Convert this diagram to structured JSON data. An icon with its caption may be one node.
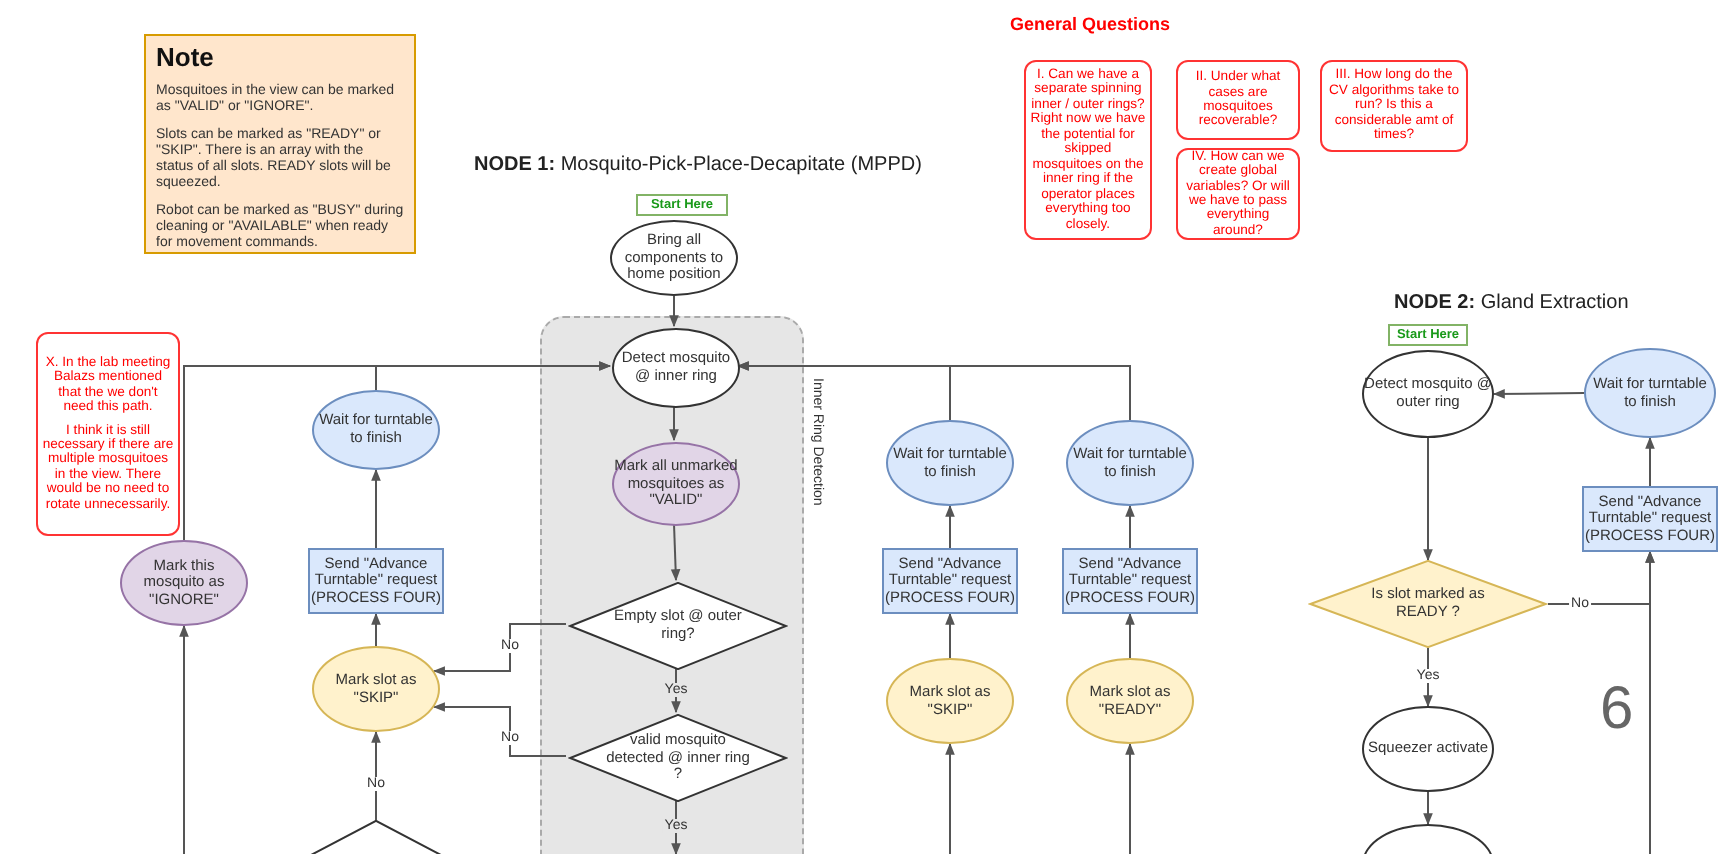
{
  "diagram": {
    "nodes": [
      {
        "text": [
          "Note",
          "Mosquitoes in the view can be marked as \"VALID\" or \"IGNORE\".",
          "Slots can be marked as \"READY\" or \"SKIP\". There is an array with the status of all slots. READY slots will be squeezed.",
          "Robot can be marked as \"BUSY\" during cleaning or \"AVAILABLE\" when ready for movement commands."
        ]
      },
      {
        "text": [
          "I. Can we have a separate spinning inner / outer rings? Right now we have the potential for skipped mosquitoes on the inner ring if the operator places everything too closely."
        ]
      },
      {
        "text": [
          "II. Under what cases are mosquitoes recoverable?"
        ]
      },
      {
        "text": [
          "III. How long do the CV algorithms take to run? Is this a considerable amt of times?"
        ]
      },
      {
        "text": [
          "IV. How can we create global variables? Or will we have to pass everything around?"
        ]
      },
      {
        "text": [
          "Start Here"
        ]
      },
      {
        "text": [
          "Bring all components to home position"
        ]
      },
      {
        "text": [
          "Inner Ring Detection"
        ]
      },
      {
        "text": [
          "Detect mosquito @ inner ring"
        ],
        "in": 7
      },
      {
        "text": [
          "Mark all unmarked mosquitoes as \"VALID\""
        ],
        "in": 7
      },
      {
        "text": [
          "Empty slot @ outer ring?"
        ],
        "in": 7
      },
      {
        "text": [
          "valid mosquito detected @ inner ring ?"
        ],
        "in": 7
      },
      {
        "text": [
          "X. In the lab meeting Balazs mentioned that the we don't need this path.",
          "I think it is still necessary if there are multiple mosquitoes in the view. There would be no need to rotate unnecessarily."
        ]
      },
      {
        "text": [
          "Mark this mosquito as \"IGNORE\""
        ]
      },
      {
        "text": [
          "Wait for turntable to finish"
        ]
      },
      {
        "text": [
          "Send \"Advance Turntable\" request (PROCESS FOUR)"
        ]
      },
      {
        "text": [
          "Mark slot as \"SKIP\""
        ]
      },
      {
        "text": [],
        "shape": "diamond"
      },
      {
        "text": [
          "Wait for turntable to finish"
        ]
      },
      {
        "text": [
          "Send \"Advance Turntable\" request (PROCESS FOUR)"
        ]
      },
      {
        "text": [
          "Mark slot as \"SKIP\""
        ]
      },
      {
        "text": [
          "Wait for turntable to finish"
        ]
      },
      {
        "text": [
          "Send \"Advance Turntable\" request (PROCESS FOUR)"
        ]
      },
      {
        "text": [
          "Mark slot as \"READY\""
        ]
      },
      {
        "text": [
          "Start Here"
        ]
      },
      {
        "text": [
          "Detect mosquito @ outer ring"
        ]
      },
      {
        "text": [
          "Wait for turntable to finish"
        ]
      },
      {
        "text": [
          "Send \"Advance Turntable\" request (PROCESS FOUR)"
        ]
      },
      {
        "text": [
          "Is slot marked as READY ?"
        ]
      },
      {
        "text": [
          "Squeezer activate"
        ]
      },
      {
        "text": [],
        "shape": "circle"
      }
    ],
    "edges": [
      {
        "from": 6,
        "to": 8,
        "arrow": "to"
      },
      {
        "from": 8,
        "to": 9,
        "arrow": "to"
      },
      {
        "from": 9,
        "to": 10,
        "arrow": "to"
      },
      {
        "from": 10,
        "to": 11,
        "arrow": "to",
        "label": "Yes"
      },
      {
        "from": 11,
        "to": null,
        "arrow": "to",
        "label": "Yes"
      },
      {
        "from": 10,
        "to": 16,
        "arrow": "to",
        "label": "No"
      },
      {
        "from": 11,
        "to": 16,
        "arrow": "to",
        "label": "No"
      },
      {
        "from": 17,
        "to": 16,
        "arrow": "to",
        "label": "No"
      },
      {
        "from": 16,
        "to": 15,
        "arrow": "to"
      },
      {
        "from": 15,
        "to": 14,
        "arrow": "to"
      },
      {
        "from": 14,
        "to": 8,
        "arrow": "to"
      },
      {
        "from": null,
        "to": 13,
        "arrow": "to"
      },
      {
        "from": 13,
        "to": 8,
        "arrow": "to"
      },
      {
        "from": null,
        "to": 20,
        "arrow": "to"
      },
      {
        "from": 20,
        "to": 19,
        "arrow": "to"
      },
      {
        "from": 19,
        "to": 18,
        "arrow": "to"
      },
      {
        "from": 18,
        "to": 8,
        "arrow": "to"
      },
      {
        "from": null,
        "to": 23,
        "arrow": "to"
      },
      {
        "from": 23,
        "to": 22,
        "arrow": "to"
      },
      {
        "from": 22,
        "to": 21,
        "arrow": "to"
      },
      {
        "from": 21,
        "to": 8,
        "arrow": "to"
      },
      {
        "from": 25,
        "to": 28,
        "arrow": "to"
      },
      {
        "from": 28,
        "to": 29,
        "arrow": "to",
        "label": "Yes"
      },
      {
        "from": 28,
        "to": 27,
        "arrow": "to",
        "label": "No"
      },
      {
        "from": null,
        "to": 27,
        "arrow": "to"
      },
      {
        "from": 27,
        "to": 26,
        "arrow": "to"
      },
      {
        "from": 26,
        "to": 25,
        "arrow": "to"
      },
      {
        "from": 29,
        "to": 30,
        "arrow": "to"
      }
    ],
    "labels": [
      "General Questions",
      "**NODE 1:** Mosquito-Pick-Place-Decapitate (MPPD)",
      "**NODE 2:** Gland Extraction",
      "6"
    ]
  }
}
